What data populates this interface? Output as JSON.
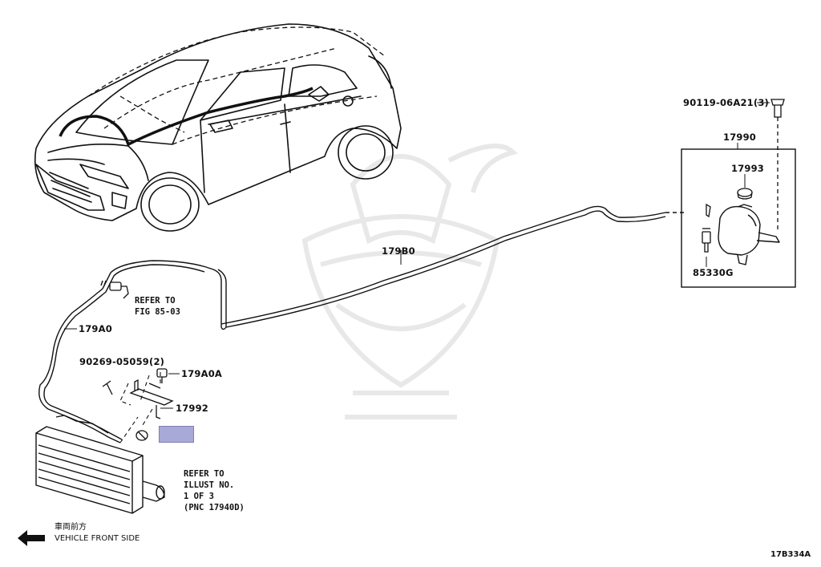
{
  "diagram": {
    "part_labels": {
      "p90119": "90119-06A21(3)",
      "p17990": "17990",
      "p17993": "17993",
      "p85330g": "85330G",
      "p179b0": "179B0",
      "p179a0": "179A0",
      "p90269": "90269-05059(2)",
      "p179a0a": "179A0A",
      "p17992": "17992"
    },
    "refer_fig": [
      "REFER TO",
      "FIG 85-03"
    ],
    "refer_illust": [
      "REFER TO",
      "ILLUST NO.",
      "1 OF 3",
      "(PNC 17940D)"
    ],
    "direction": {
      "japanese": "車両前方",
      "english": "VEHICLE FRONT SIDE"
    },
    "illustration_code": "17B334A",
    "highlight_color": "#a9a9d7"
  }
}
